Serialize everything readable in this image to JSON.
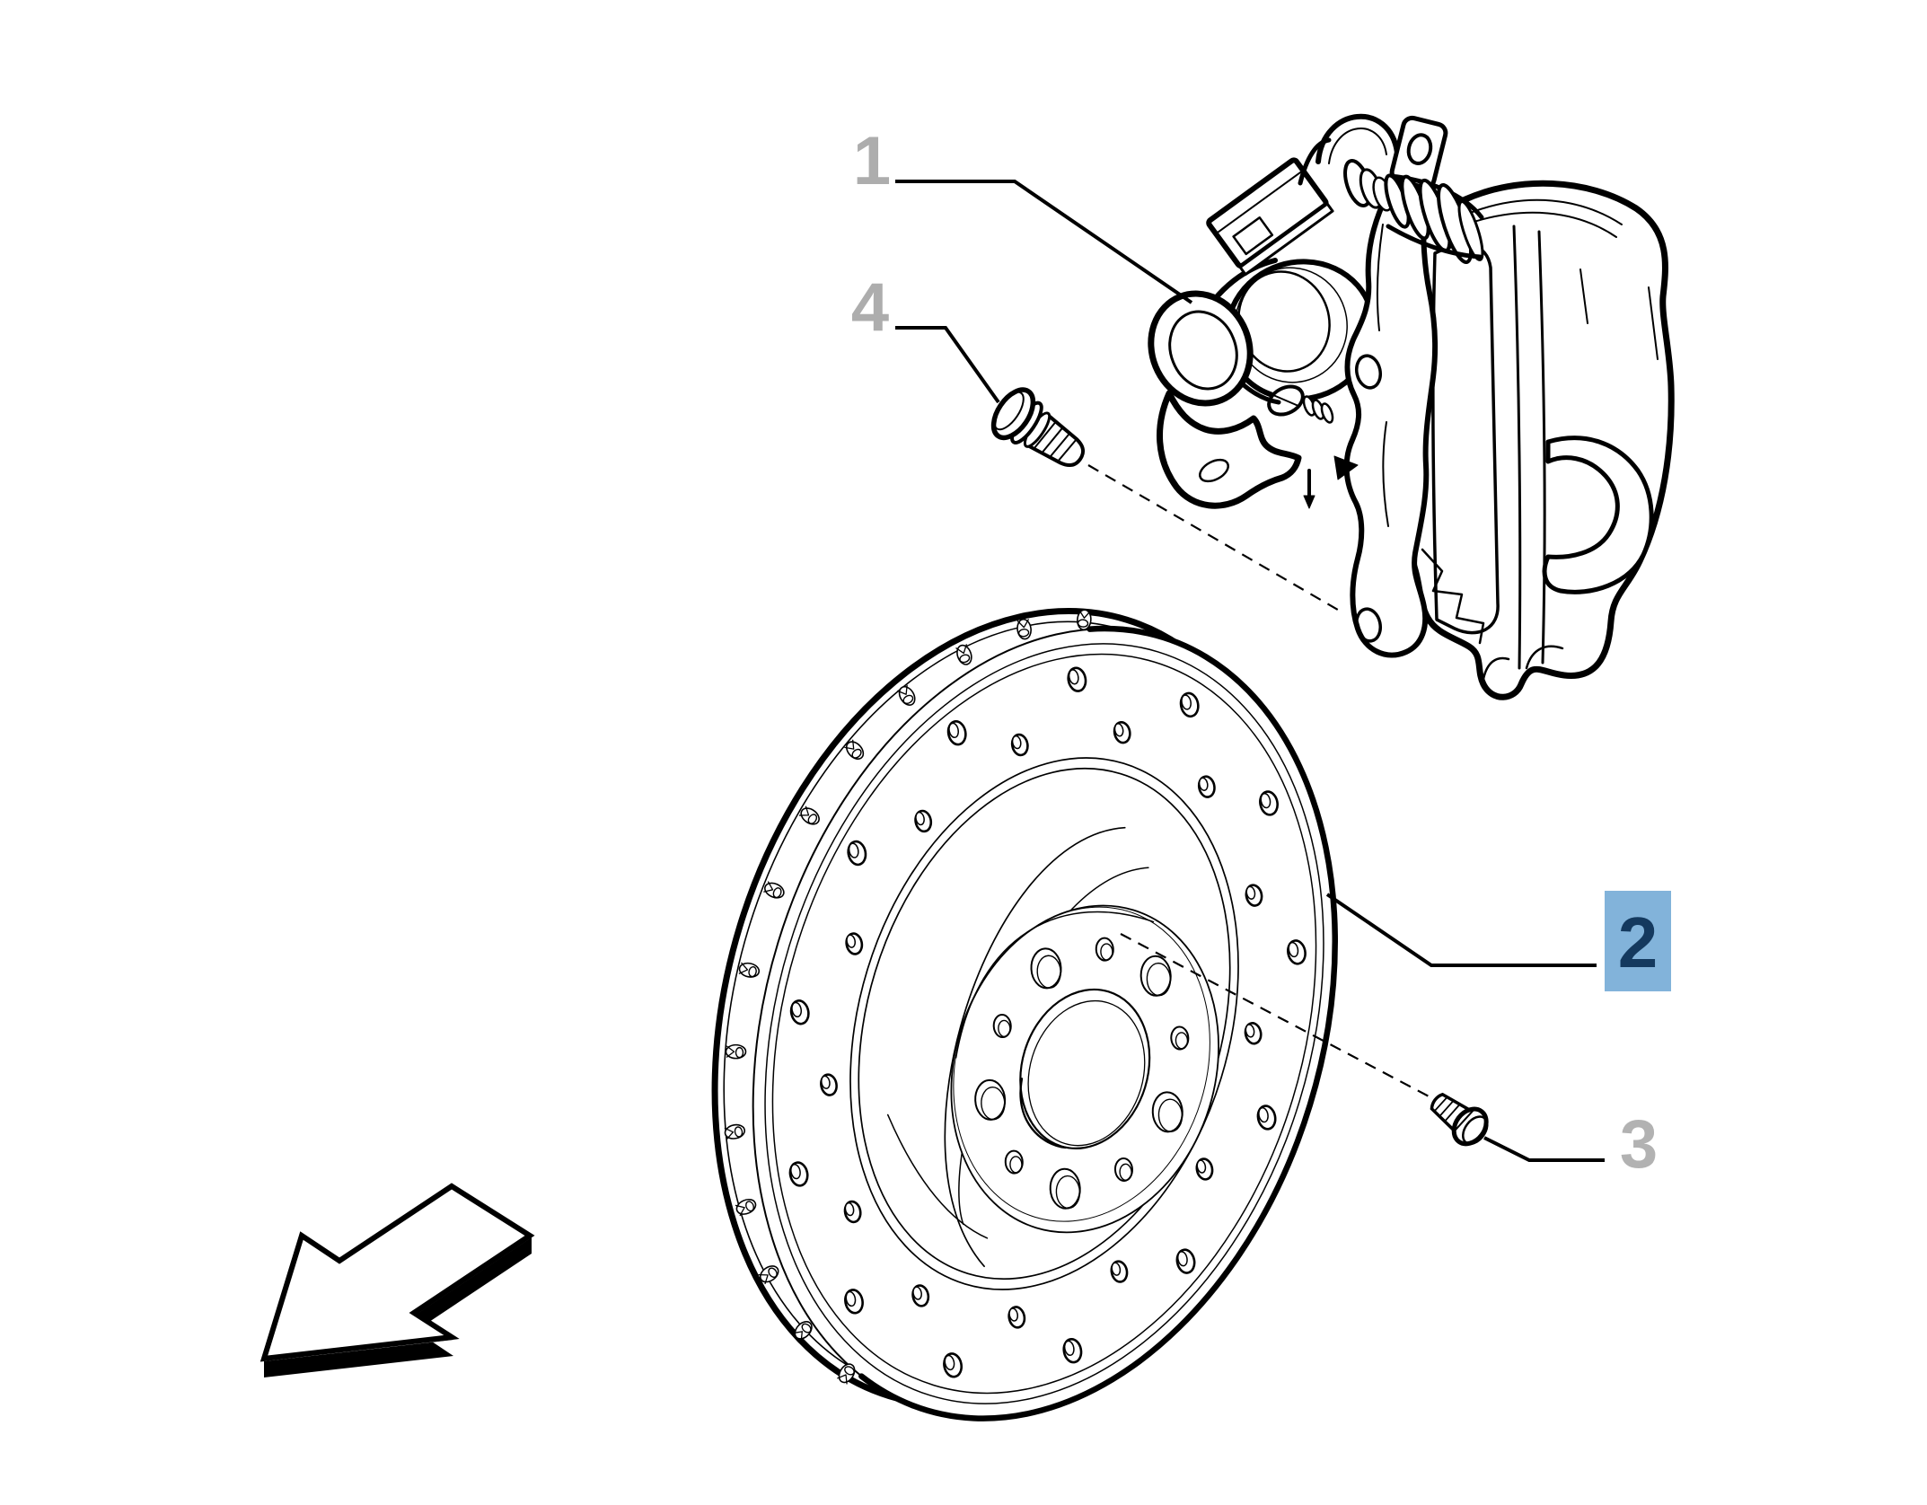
{
  "page": {
    "background": "#ffffff",
    "line_color": "#000000",
    "diagram_type": "exploded parts diagram - rear brake disc and caliper"
  },
  "callouts": {
    "c1": {
      "label": "1",
      "color": "#adadad"
    },
    "c2": {
      "label": "2",
      "box_color": "#82b3da",
      "text_color": "#14395e"
    },
    "c3": {
      "label": "3",
      "color": "#b2b2b2"
    },
    "c4": {
      "label": "4",
      "color": "#adadad"
    }
  }
}
